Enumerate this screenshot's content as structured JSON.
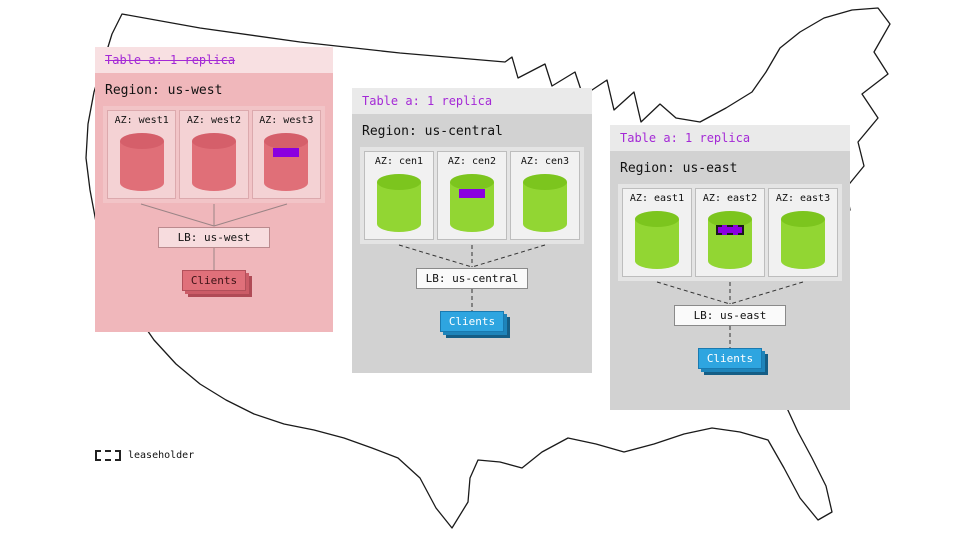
{
  "legend": {
    "label": "leaseholder"
  },
  "colors": {
    "table_text_purple": "#a429d6",
    "replica_marker_purple": "#8a00e0",
    "cylinder_green": "#92d633",
    "cylinder_red": "#e06f78",
    "clients_blue": "#2ea5e0",
    "clients_red": "#e0707a",
    "region_west_bg": "#f0b7bb",
    "region_gray_bg": "#d2d2d2"
  },
  "regions": [
    {
      "table_label": "Table a: 1 replica",
      "region_label": "Region: us-west",
      "azs": [
        {
          "label": "AZ: west1"
        },
        {
          "label": "AZ: west2"
        },
        {
          "label": "AZ: west3"
        }
      ],
      "lb_label": "LB: us-west",
      "clients_label": "Clients"
    },
    {
      "table_label": "Table a: 1 replica",
      "region_label": "Region: us-central",
      "azs": [
        {
          "label": "AZ: cen1"
        },
        {
          "label": "AZ: cen2"
        },
        {
          "label": "AZ: cen3"
        }
      ],
      "lb_label": "LB: us-central",
      "clients_label": "Clients"
    },
    {
      "table_label": "Table a: 1 replica (leaseholder)",
      "region_label": "Region: us-east",
      "azs": [
        {
          "label": "AZ: east1"
        },
        {
          "label": "AZ: east2"
        },
        {
          "label": "AZ: east3"
        }
      ],
      "lb_label": "LB: us-east",
      "clients_label": "Clients"
    }
  ]
}
